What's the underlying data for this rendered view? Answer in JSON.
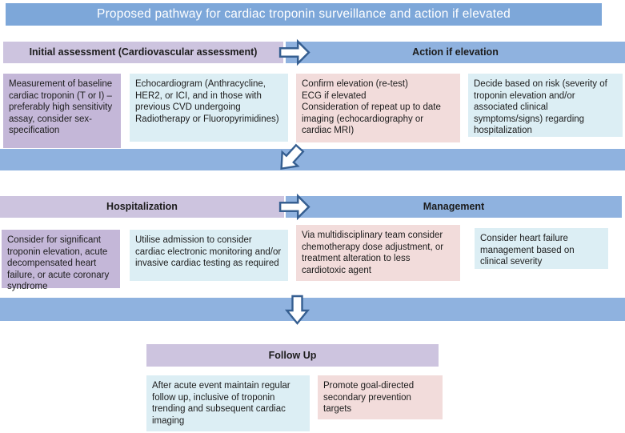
{
  "title": "Proposed pathway for cardiac troponin surveillance and action if elevated",
  "colors": {
    "title_bar": "#7da7d9",
    "header_blue": "#8fb2df",
    "header_purple": "#cdc4df",
    "box_purple": "#c4b7d8",
    "box_blue": "#dceef4",
    "box_pink": "#f2dcdb",
    "arrow_outline": "#365f91",
    "arrow_fill": "#ffffff"
  },
  "rows": [
    {
      "header_left": "Initial assessment (Cardiovascular assessment)",
      "header_right": "Action if elevation",
      "boxes": [
        {
          "text": "Measurement of baseline cardiac troponin (T or I) – preferably high sensitivity assay, consider sex-specification"
        },
        {
          "text": "Echocardiogram (Anthracycline, HER2, or ICI, and in those with previous CVD undergoing Radiotherapy or Fluoropyrimidines)"
        },
        {
          "text": "Confirm elevation (re-test)\nECG if elevated\nConsideration of repeat up to date imaging (echocardiography or cardiac MRI)"
        },
        {
          "text": "Decide based on risk (severity of troponin elevation and/or associated clinical symptoms/signs) regarding hospitalization"
        }
      ]
    },
    {
      "header_left": "Hospitalization",
      "header_right": "Management",
      "boxes": [
        {
          "text": "Consider for significant troponin elevation, acute decompensated heart failure, or acute coronary syndrome"
        },
        {
          "text": "Utilise admission to consider cardiac electronic monitoring and/or invasive cardiac testing as required"
        },
        {
          "text": "Via multidisciplinary team consider chemotherapy dose adjustment, or treatment alteration to less cardiotoxic agent"
        },
        {
          "text": "Consider heart failure management based on clinical severity"
        }
      ]
    }
  ],
  "follow_up": {
    "header": "Follow Up",
    "boxes": [
      {
        "text": "After acute event maintain regular follow up, inclusive of troponin trending and subsequent cardiac imaging"
      },
      {
        "text": "Promote goal-directed secondary prevention targets"
      }
    ]
  }
}
